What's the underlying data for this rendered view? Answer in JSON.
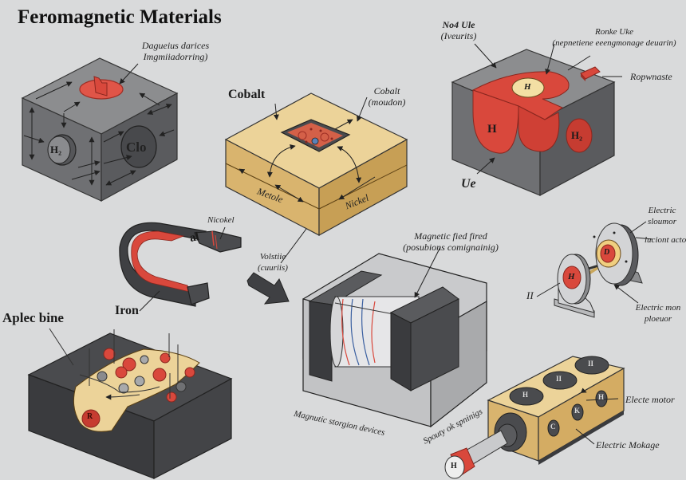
{
  "title": "Feromagnetic Materials",
  "colors": {
    "background": "#d9dadb",
    "steel_top": "#8c8d8f",
    "steel_left": "#6f7073",
    "steel_right": "#5a5b5e",
    "dark_top": "#4a4b4e",
    "dark_front": "#3a3b3e",
    "gold_top": "#ecd399",
    "gold_front": "#d9b46e",
    "gold_side": "#c79f55",
    "red": "#d9483c",
    "red_dark": "#b8342a",
    "cream": "#f3dfa4",
    "ink": "#222222"
  },
  "panels": {
    "cube_top_left": {
      "label_line1": "Dagueius darices",
      "label_line2": "Imgmiiadorring)",
      "left_badge": "H₂",
      "right_badge": "Clo"
    },
    "cobalt_block": {
      "heading": "Cobalt",
      "callout_line1": "Cobalt",
      "callout_line2": "(moudon)",
      "front_label": "Metole",
      "side_label": "Nickel"
    },
    "cube_top_right": {
      "callout_a_line1": "No4 Ule",
      "callout_a_line2": "(Iveurits)",
      "callout_b_line1": "Ronke Uke",
      "callout_b_line2": "(nepnetiene eeengmonage deuarin)",
      "callout_c": "Ropwnaste",
      "top_badge": "H",
      "front_badge": "H",
      "side_badge": "H₂",
      "bottom_label": "Ue"
    },
    "horseshoe": {
      "face_label": "al",
      "callout": "Nicokel",
      "bottom_label": "Iron",
      "side_line1": "Volstiie",
      "side_line2": "(cuuriis)"
    },
    "domain_block": {
      "heading": "Aplec bine",
      "badge": "R"
    },
    "storage_device": {
      "callout_line1": "Magnetic fied fired",
      "callout_line2": "(posubions comignainig)",
      "front_label": "Magnutic storgion devices",
      "side_label": "Spouty ok spninigs"
    },
    "motor_discs": {
      "callout_a_line1": "Electric",
      "callout_a_line2": "sloumor",
      "callout_b": "luciont acto",
      "callout_c_line1": "Electric mon",
      "callout_c_line2": "ploeuor",
      "left_label": "II",
      "disc_left_badge": "H",
      "disc_right_badge": "D"
    },
    "motor_block": {
      "callout_a": "Electe motor",
      "callout_b": "Electric Mokage",
      "top_badges": [
        "H",
        "II",
        "II"
      ],
      "side_badges": [
        "C",
        "K",
        "H"
      ],
      "shaft_badge": "H"
    }
  }
}
